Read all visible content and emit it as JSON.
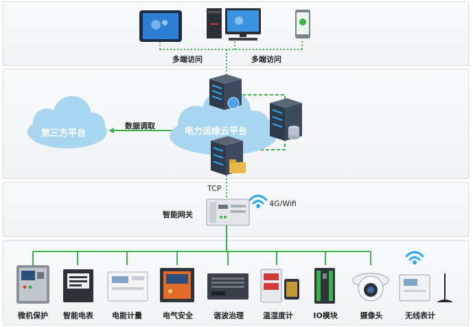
{
  "access": {
    "label_left": "多端访问",
    "label_right": "多端访问"
  },
  "cloud": {
    "main_label": "电力运维云平台",
    "third_party_label": "第三方平台",
    "link_label": "数据调取"
  },
  "gateway": {
    "protocol_label": "TCP",
    "wireless_label": "4G/Wifi",
    "gateway_label": "智能网关"
  },
  "devices": [
    {
      "label": "微机保护",
      "icon": "relay-protection-icon"
    },
    {
      "label": "智能电表",
      "icon": "smart-meter-icon"
    },
    {
      "label": "电能计量",
      "icon": "energy-meter-icon"
    },
    {
      "label": "电气安全",
      "icon": "electrical-safety-icon"
    },
    {
      "label": "谐波治理",
      "icon": "harmonic-filter-icon"
    },
    {
      "label": "温湿度计",
      "icon": "thermo-hygrometer-icon"
    },
    {
      "label": "IO模块",
      "icon": "io-module-icon"
    },
    {
      "label": "摄像头",
      "icon": "camera-icon"
    },
    {
      "label": "无线表计",
      "icon": "wireless-meter-icon"
    }
  ],
  "colors": {
    "link": "#3cb34a",
    "cloud": "#a8d6f1",
    "cloud_dark": "#7ec1ea",
    "server": "#2f3a4a"
  }
}
